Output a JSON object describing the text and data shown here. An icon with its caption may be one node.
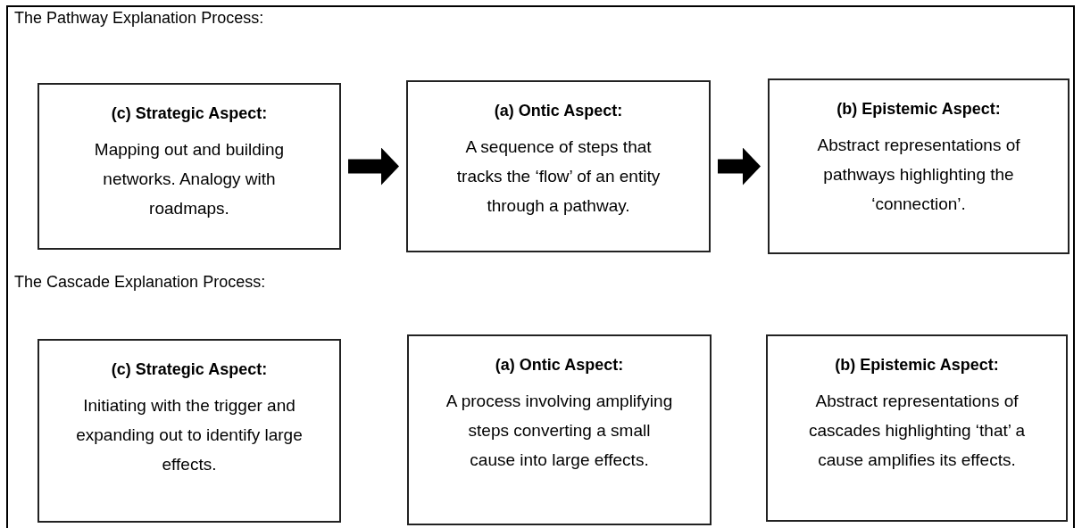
{
  "diagram": {
    "nodes": [
      {
        "text": [
          "(c)  Strategic Aspect:",
          "Mapping out and building networks. Analogy with roadmaps."
        ]
      },
      {
        "text": [
          "(a)  Ontic Aspect:",
          "A sequence of steps that tracks the ‘flow’ of an entity through a pathway."
        ]
      },
      {
        "text": [
          "(b)  Epistemic Aspect:",
          "Abstract representations of pathways highlighting the ‘connection’."
        ]
      },
      {
        "text": [
          "(c)  Strategic Aspect:",
          "Initiating with the trigger and expanding out to identify large effects."
        ]
      },
      {
        "text": [
          "(a)  Ontic Aspect:",
          "A process involving amplifying steps converting a small cause into large effects."
        ]
      },
      {
        "text": [
          "(b)  Epistemic Aspect:",
          "Abstract representations of cascades highlighting ‘that’ a cause amplifies its effects."
        ]
      }
    ],
    "edges": [
      {
        "from": 0,
        "to": 1,
        "arrow": "to"
      },
      {
        "from": 1,
        "to": 2,
        "arrow": "to"
      }
    ],
    "labels": [
      "The Pathway Explanation Process:",
      "The Cascade Explanation Process:"
    ]
  }
}
